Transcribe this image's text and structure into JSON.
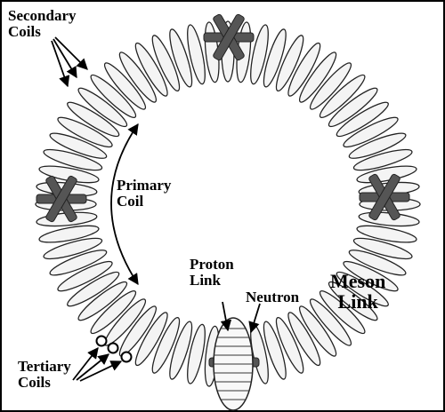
{
  "labels": {
    "secondary_coils": "Secondary\nCoils",
    "primary_coil": "Primary\nCoil",
    "proton_link": "Proton\nLink",
    "neutron": "Neutron",
    "meson_link": "Meson\nLink",
    "tertiary_coils": "Tertiary\nCoils"
  },
  "colors": {
    "coil_stroke": "#222222",
    "coil_fill": "#f4f4f4",
    "cross_fill": "#555555",
    "border": "#000000"
  }
}
